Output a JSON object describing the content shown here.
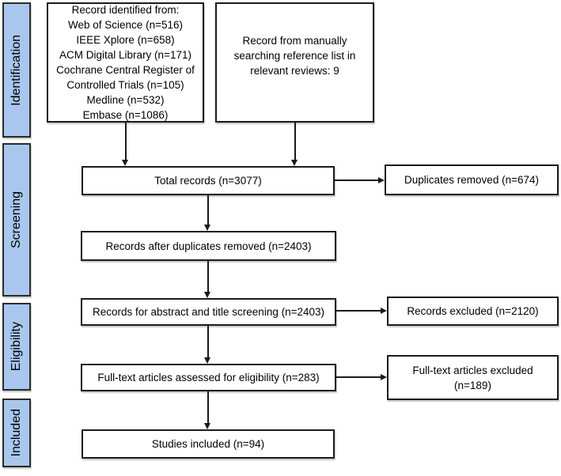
{
  "colors": {
    "stage_fill": "#a9c7ee",
    "stage_border": "#2b2b2b",
    "box_border": "#1c1c1c",
    "arrow": "#1a1a1a",
    "text": "#000000",
    "bg": "#ffffff"
  },
  "stages": {
    "identification": "Identification",
    "screening": "Screening",
    "eligibility": "Eligibility",
    "included": "Included"
  },
  "flow": {
    "sources": {
      "lines": [
        "Record identified from:",
        "Web of Science (n=516)",
        "IEEE Xplore (n=658)",
        "ACM Digital Library (n=171)",
        "Cochrane Central Register of",
        "Controlled Trials (n=105)",
        "Medline (n=532)",
        "Embase (n=1086)"
      ]
    },
    "manual_search": "Record from manually searching reference list in relevant reviews: 9",
    "total_records": "Total records (n=3077)",
    "duplicates_removed": "Duplicates removed (n=674)",
    "records_after_duplicates": "Records after duplicates removed (n=2403)",
    "abstract_title_screening": "Records for abstract and title screening (n=2403)",
    "records_excluded": "Records excluded (n=2120)",
    "fulltext_assessed": "Full-text articles assessed for eligibility (n=283)",
    "fulltext_excluded": "Full-text articles excluded (n=189)",
    "studies_included": "Studies included (n=94)"
  }
}
